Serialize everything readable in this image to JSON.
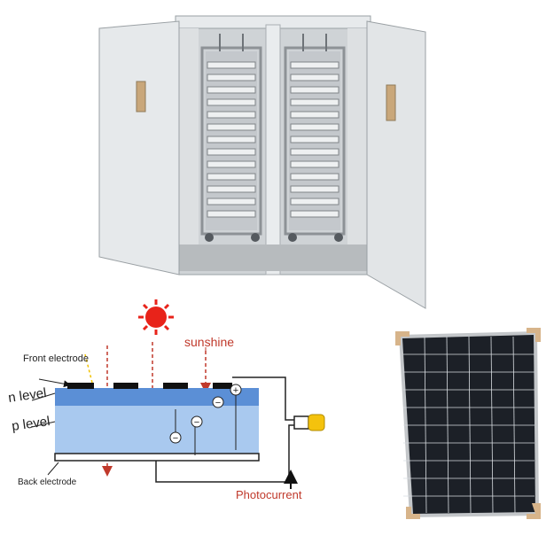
{
  "diagram": {
    "sunshine_label": "sunshine",
    "front_electrode_label": "Front electrode",
    "n_level_label": "n level",
    "p_level_label": "p level",
    "back_electrode_label": "Back electrode",
    "photocurrent_label": "Photocurrent",
    "minus_symbol": "−",
    "plus_symbol": "+"
  },
  "colors": {
    "sun": "#e8231a",
    "label_red": "#c0392b",
    "n_layer": "#5b8fd6",
    "p_layer": "#a9c9ef",
    "cabinet": "#e3e6e8",
    "panel_cell": "#1c2027",
    "panel_corner": "#d7b48a"
  }
}
